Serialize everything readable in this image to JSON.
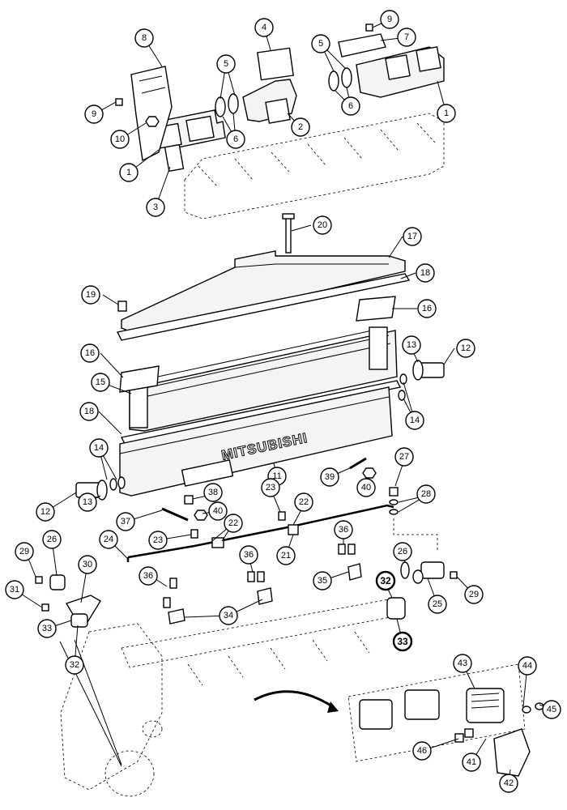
{
  "diagram": {
    "brand_text": "MITSUBISHI",
    "callouts": [
      "1",
      "2",
      "3",
      "4",
      "5",
      "6",
      "7",
      "8",
      "9",
      "10",
      "11",
      "12",
      "13",
      "14",
      "15",
      "16",
      "17",
      "18",
      "19",
      "20",
      "21",
      "22",
      "23",
      "24",
      "25",
      "26",
      "27",
      "28",
      "29",
      "30",
      "31",
      "32",
      "33",
      "34",
      "35",
      "36",
      "37",
      "38",
      "39",
      "40",
      "41",
      "42",
      "43",
      "44",
      "45",
      "46"
    ]
  }
}
